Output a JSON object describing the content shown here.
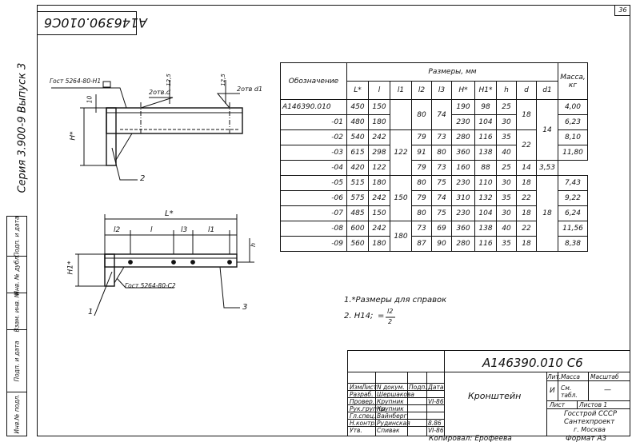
{
  "page": {
    "number": "36"
  },
  "doc_code": "A146390.010C6",
  "series_text": "Серия 3.900-9 Выпуск 3",
  "margin_strip": {
    "labels": [
      "Инв.№ подл.",
      "Подп. и дата",
      "Взам. инв. №",
      "Инв. № дубл.",
      "Подп. и дата"
    ]
  },
  "drawing_top": {
    "gost_label": "Гост 5264-80-Н1",
    "note_2otv_d": "2отв.d",
    "note_2otv_d1": "2отв d1",
    "dim_12_5_a": "12,5",
    "dim_12_5_b": "12,5",
    "dim_10": "10",
    "dim_H": "H*",
    "callout_2": "2"
  },
  "drawing_bottom": {
    "dim_L": "L*",
    "dim_l2": "l2",
    "dim_l": "l",
    "dim_l3": "l3",
    "dim_l1": "l1",
    "dim_h": "h",
    "dim_H1": "H1*",
    "gost_label": "Гост 5264-80-С2",
    "callout_1": "1",
    "callout_3": "3"
  },
  "table": {
    "header_group": "Размеры, мм",
    "col_designation": "Обозначение",
    "col_mass": "Масса, кг",
    "cols": [
      "L*",
      "l",
      "l1",
      "l2",
      "l3",
      "H*",
      "H1*",
      "h",
      "d",
      "d1"
    ],
    "rows": [
      {
        "name": "A146390.010",
        "L": "450",
        "l": "150",
        "H1": "98",
        "H": "190",
        "h": "25",
        "mass": "4,00"
      },
      {
        "name": "-01",
        "L": "480",
        "l": "180",
        "H1": "30",
        "H": "230",
        "h": "104",
        "mass": "6,23"
      },
      {
        "name": "-02",
        "L": "540",
        "l": "242",
        "l2": "79",
        "l3": "73",
        "H": "280",
        "H1": "116",
        "h": "35",
        "mass": "8,10"
      },
      {
        "name": "-03",
        "L": "615",
        "l": "298",
        "l2": "91",
        "l3": "80",
        "H": "360",
        "H1": "138",
        "h": "40",
        "mass": "11,80"
      },
      {
        "name": "-04",
        "L": "420",
        "l": "122",
        "l2": "79",
        "l3": "73",
        "H": "160",
        "H1": "88",
        "h": "25",
        "d": "14",
        "mass": "3,53"
      },
      {
        "name": "-05",
        "L": "515",
        "l": "180",
        "l2": "80",
        "l3": "75",
        "H": "230",
        "H1": "110",
        "h": "30",
        "d": "18",
        "mass": "7,43"
      },
      {
        "name": "-06",
        "L": "575",
        "l": "242",
        "l2": "79",
        "l3": "74",
        "H": "310",
        "H1": "132",
        "h": "35",
        "d": "22",
        "mass": "9,22"
      },
      {
        "name": "-07",
        "L": "485",
        "l": "150",
        "l2": "80",
        "l3": "75",
        "H": "230",
        "H1": "104",
        "h": "30",
        "d": "18",
        "mass": "6,24"
      },
      {
        "name": "-08",
        "L": "600",
        "l": "242",
        "l2": "73",
        "l3": "69",
        "H": "360",
        "H1": "138",
        "h": "40",
        "d": "22",
        "mass": "11,56"
      },
      {
        "name": "-09",
        "L": "560",
        "l": "180",
        "l2": "87",
        "l3": "90",
        "H": "280",
        "H1": "116",
        "h": "35",
        "d": "18",
        "mass": "8,38"
      }
    ],
    "merged": {
      "l1_122": "122",
      "l1_150": "150",
      "l1_180": "180",
      "l2_80": "80",
      "l3_74": "74",
      "d_18_top": "18",
      "d_22": "22",
      "d1_14": "14",
      "d1_18": "18"
    }
  },
  "notes": {
    "note1": "1.*Размеры для справок",
    "note2_prefix": "2. H14;",
    "note2_formula_num": "l2",
    "note2_formula_den": "2",
    "note2_eq": "="
  },
  "title_block": {
    "code": "A146390.010 C6",
    "name": "Кронштейн",
    "lit_label": "Лит.",
    "mass_label": "Масса",
    "scale_label": "Масштаб",
    "lit_value": "И",
    "mass_value": "См. табл.",
    "scale_value": "—",
    "sheet_label": "Лист",
    "sheets_label": "Листов 1",
    "org_line1": "Госстрой СССР",
    "org_line2": "Сантехпроект",
    "org_line3": "г. Москва",
    "col_headers": [
      "Изм.",
      "Лист",
      "N докум.",
      "Подп.",
      "Дата"
    ],
    "roles": [
      {
        "role": "Разраб.",
        "name": "Шершакова"
      },
      {
        "role": "Провер.",
        "name": "Крупник",
        "date": "VI-86"
      },
      {
        "role": "Рук.группы",
        "name": "Крупник"
      },
      {
        "role": "Гл.спец.",
        "name": "Вайнберг"
      },
      {
        "role": "Н.контр.",
        "name": "Рудинская",
        "date": "8.86"
      },
      {
        "role": "Утв.",
        "name": "Спивак",
        "date": "VI-86"
      }
    ]
  },
  "footer": {
    "copied": "Копировал: Ерофеева",
    "format": "Формат А3"
  }
}
